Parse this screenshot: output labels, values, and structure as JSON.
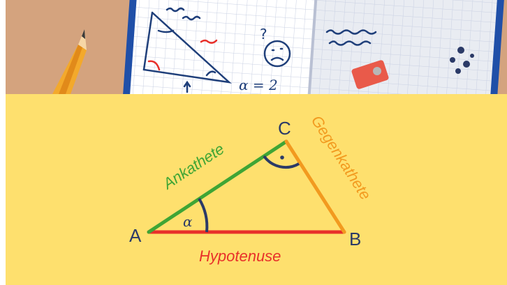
{
  "notebook": {
    "formula": "α = 2",
    "question_mark": "?"
  },
  "diagram": {
    "vertices": {
      "A": "A",
      "B": "B",
      "C": "C"
    },
    "sides": {
      "adjacent": "Ankathete",
      "opposite": "Gegenkathete",
      "hypotenuse": "Hypotenuse"
    },
    "angle_label": "α",
    "colors": {
      "background": "#FEE06E",
      "desk": "#D4A37E",
      "adjacent": "#3FA535",
      "opposite": "#F29A1F",
      "hypotenuse": "#E8302A",
      "outline": "#2B3A67"
    }
  }
}
